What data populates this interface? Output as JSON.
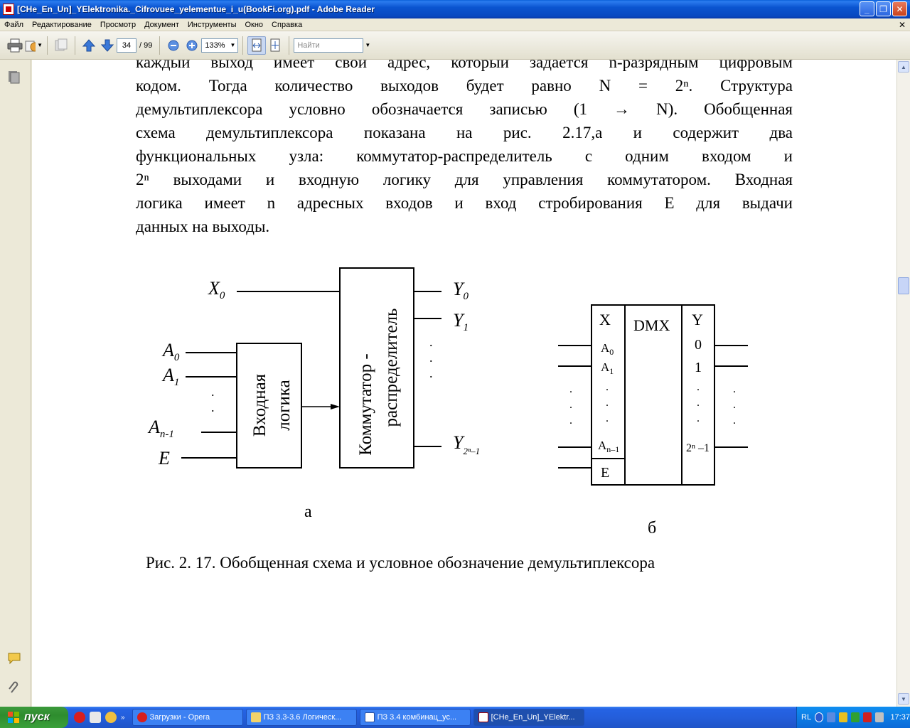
{
  "window": {
    "title": "[CHe_En_Un]_YElektronika._Cifrovuee_yelementue_i_u(BookFi.org).pdf - Adobe Reader"
  },
  "menu": [
    "Файл",
    "Редактирование",
    "Просмотр",
    "Документ",
    "Инструменты",
    "Окно",
    "Справка"
  ],
  "toolbar": {
    "page_current": "34",
    "page_total": "/ 99",
    "zoom": "133%",
    "find_placeholder": "Найти"
  },
  "document": {
    "lines": [
      "каждый выход имеет свой адрес, который задается n-разрядным цифровым",
      "кодом.  Тогда  количество  выходов  будет  равно  N = 2ⁿ.  Структура",
      "демультиплексора  условно  обозначается  записью  (1 → N).  Обобщенная",
      "схема  демультиплексора  показана  на  рис.  2.17,а  и  содержит  два",
      "функциональных узла: коммутатор-распределитель  с одним  входом и",
      "2ⁿ выходами и входную логику для управления коммутатором. Входная",
      "логика  имеет  n  адресных  входов  и  вход  стробирования  E  для  выдачи",
      "данных на выходы."
    ],
    "diagram_a": {
      "input_x": "X",
      "input_x_sub": "0",
      "address_inputs": [
        {
          "label": "A",
          "sub": "0"
        },
        {
          "label": "A",
          "sub": "1"
        },
        {
          "label": "A",
          "sub": "n-1"
        }
      ],
      "strobe": "E",
      "logic_block_line1": "Входная",
      "logic_block_line2": "логика",
      "switch_block_line1": "Коммутатор -",
      "switch_block_line2": "распределитель",
      "outputs": [
        {
          "label": "Y",
          "sub": "0"
        },
        {
          "label": "Y",
          "sub": "1"
        },
        {
          "label": "Y",
          "sub": "2ⁿ–1"
        }
      ],
      "dots": ".",
      "caption": "а"
    },
    "diagram_b": {
      "col_x": "X",
      "title": "DMX",
      "col_y": "Y",
      "in_labels": [
        "A0",
        "A1"
      ],
      "in_subs": [
        "0",
        "1"
      ],
      "in_last": "A",
      "in_last_sub": "n–1",
      "strobe": "E",
      "out_labels": [
        "0",
        "1"
      ],
      "out_last": "2ⁿ –1",
      "caption": "б"
    },
    "figure_caption": "Рис. 2. 17. Обобщенная схема и условное обозначение демультиплексора"
  },
  "taskbar": {
    "start": "пуск",
    "tasks": [
      "Загрузки - Opera",
      "ПЗ 3.3-3.6 Логическ...",
      "ПЗ 3.4  комбинац_ус...",
      "[CHe_En_Un]_YElektr..."
    ],
    "lang": "RL",
    "clock": "17:37"
  }
}
